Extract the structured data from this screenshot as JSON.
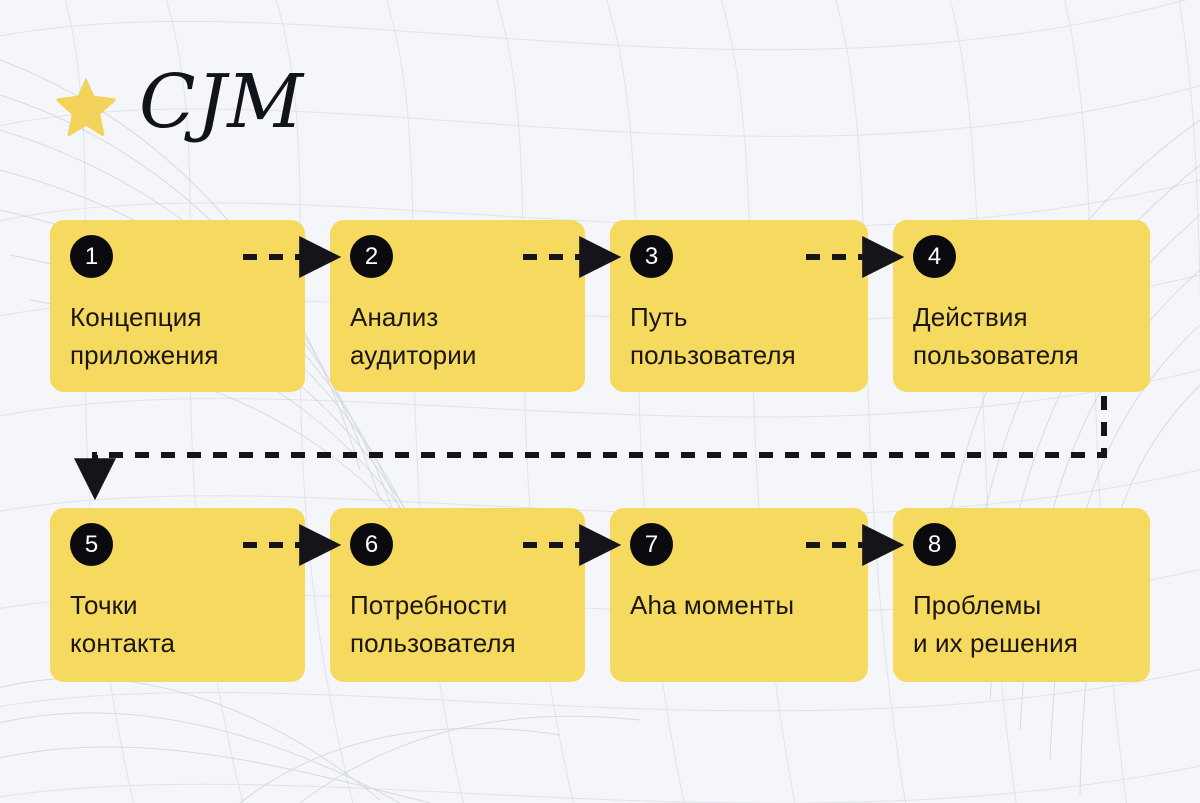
{
  "header": {
    "title": "CJM",
    "star_icon": "star-icon",
    "accent_color": "#f6d95f",
    "text_color": "#11131a",
    "background_color": "#f4f6f9"
  },
  "diagram": {
    "type": "flow",
    "rows": 2,
    "columns": 4,
    "flow_direction": "left-to-right, wrap down to next row",
    "connector_style": "dashed-arrow",
    "connector_color": "#14141a",
    "steps": [
      {
        "number": "1",
        "label": "Концепция\nприложения",
        "row": 1,
        "col": 1
      },
      {
        "number": "2",
        "label": "Анализ\nаудитории",
        "row": 1,
        "col": 2
      },
      {
        "number": "3",
        "label": "Путь\nпользователя",
        "row": 1,
        "col": 3
      },
      {
        "number": "4",
        "label": "Действия\nпользователя",
        "row": 1,
        "col": 4
      },
      {
        "number": "5",
        "label": "Точки\nконтакта",
        "row": 2,
        "col": 1
      },
      {
        "number": "6",
        "label": "Потребности\nпользователя",
        "row": 2,
        "col": 2
      },
      {
        "number": "7",
        "label": "Aha моменты",
        "row": 2,
        "col": 3
      },
      {
        "number": "8",
        "label": "Проблемы\nи их решения",
        "row": 2,
        "col": 4
      }
    ]
  }
}
